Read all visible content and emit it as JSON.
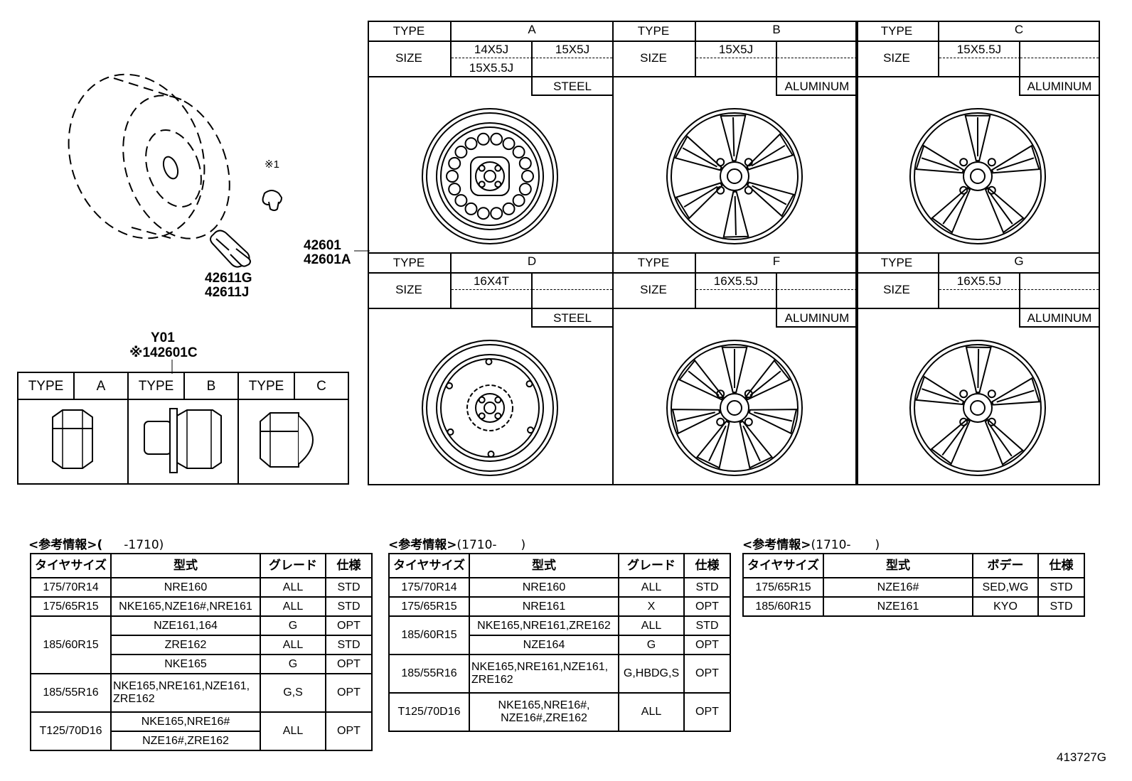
{
  "part_labels": {
    "wheel": [
      "42601",
      "42601A"
    ],
    "valve": [
      "42611G",
      "42611J"
    ],
    "note_mark": "※1",
    "nut_header": [
      "Y01",
      "※142601C"
    ]
  },
  "wheel_types": [
    {
      "type_label": "TYPE",
      "type": "A",
      "size_label": "SIZE",
      "sizes": [
        "14X5J",
        "15X5J",
        "15X5.5J",
        ""
      ],
      "material": "STEEL"
    },
    {
      "type_label": "TYPE",
      "type": "B",
      "size_label": "SIZE",
      "sizes": [
        "15X5J",
        "",
        "",
        ""
      ],
      "material": "ALUMINUM"
    },
    {
      "type_label": "TYPE",
      "type": "C",
      "size_label": "SIZE",
      "sizes": [
        "15X5.5J",
        "",
        "",
        ""
      ],
      "material": "ALUMINUM"
    },
    {
      "type_label": "TYPE",
      "type": "D",
      "size_label": "SIZE",
      "sizes": [
        "16X4T",
        "",
        "",
        ""
      ],
      "material": "STEEL"
    },
    {
      "type_label": "TYPE",
      "type": "F",
      "size_label": "SIZE",
      "sizes": [
        "16X5.5J",
        "",
        "",
        ""
      ],
      "material": "ALUMINUM"
    },
    {
      "type_label": "TYPE",
      "type": "G",
      "size_label": "SIZE",
      "sizes": [
        "16X5.5J",
        "",
        "",
        ""
      ],
      "material": "ALUMINUM"
    }
  ],
  "nut_types": [
    {
      "type_label": "TYPE",
      "type": "A"
    },
    {
      "type_label": "TYPE",
      "type": "B"
    },
    {
      "type_label": "TYPE",
      "type": "C"
    }
  ],
  "ref1": {
    "title": "<参考情報>(",
    "range": "-1710)",
    "headers": [
      "タイヤサイズ",
      "型式",
      "グレード",
      "仕様"
    ],
    "r1": [
      "175/70R14",
      "NRE160",
      "ALL",
      "STD"
    ],
    "r2": [
      "175/65R15",
      "NKE165,NZE16#,NRE161",
      "ALL",
      "STD"
    ],
    "r3": [
      "185/60R15",
      "NZE161,164",
      "G",
      "OPT"
    ],
    "r4": [
      "ZRE162",
      "ALL",
      "STD"
    ],
    "r5": [
      "NKE165",
      "G",
      "OPT"
    ],
    "r6": [
      "185/55R16",
      "NKE165,NRE161,NZE161,",
      "ZRE162",
      "G,S",
      "OPT"
    ],
    "r7": [
      "T125/70D16",
      "NKE165,NRE16#",
      "ALL",
      "OPT"
    ],
    "r8": [
      "NZE16#,ZRE162"
    ]
  },
  "ref2": {
    "title": "<参考情報>",
    "range": "(1710-　　)",
    "headers": [
      "タイヤサイズ",
      "型式",
      "グレード",
      "仕様"
    ],
    "r1": [
      "175/70R14",
      "NRE160",
      "ALL",
      "STD"
    ],
    "r2": [
      "175/65R15",
      "NRE161",
      "X",
      "OPT"
    ],
    "r3": [
      "185/60R15",
      "NKE165,NRE161,ZRE162",
      "ALL",
      "STD"
    ],
    "r4": [
      "NZE164",
      "G",
      "OPT"
    ],
    "r5": [
      "185/55R16",
      "NKE165,NRE161,NZE161,",
      "ZRE162",
      "G,HBDG,S",
      "OPT"
    ],
    "r6": [
      "T125/70D16",
      "NKE165,NRE16#,",
      "NZE16#,ZRE162",
      "ALL",
      "OPT"
    ]
  },
  "ref3": {
    "title": "<参考情報>",
    "range": "(1710-　　)",
    "headers": [
      "タイヤサイズ",
      "型式",
      "ボデー",
      "仕様"
    ],
    "r1": [
      "175/65R15",
      "NZE16#",
      "SED,WG",
      "STD"
    ],
    "r2": [
      "185/60R15",
      "NZE161",
      "KYO",
      "STD"
    ]
  },
  "figure_id": "413727G"
}
